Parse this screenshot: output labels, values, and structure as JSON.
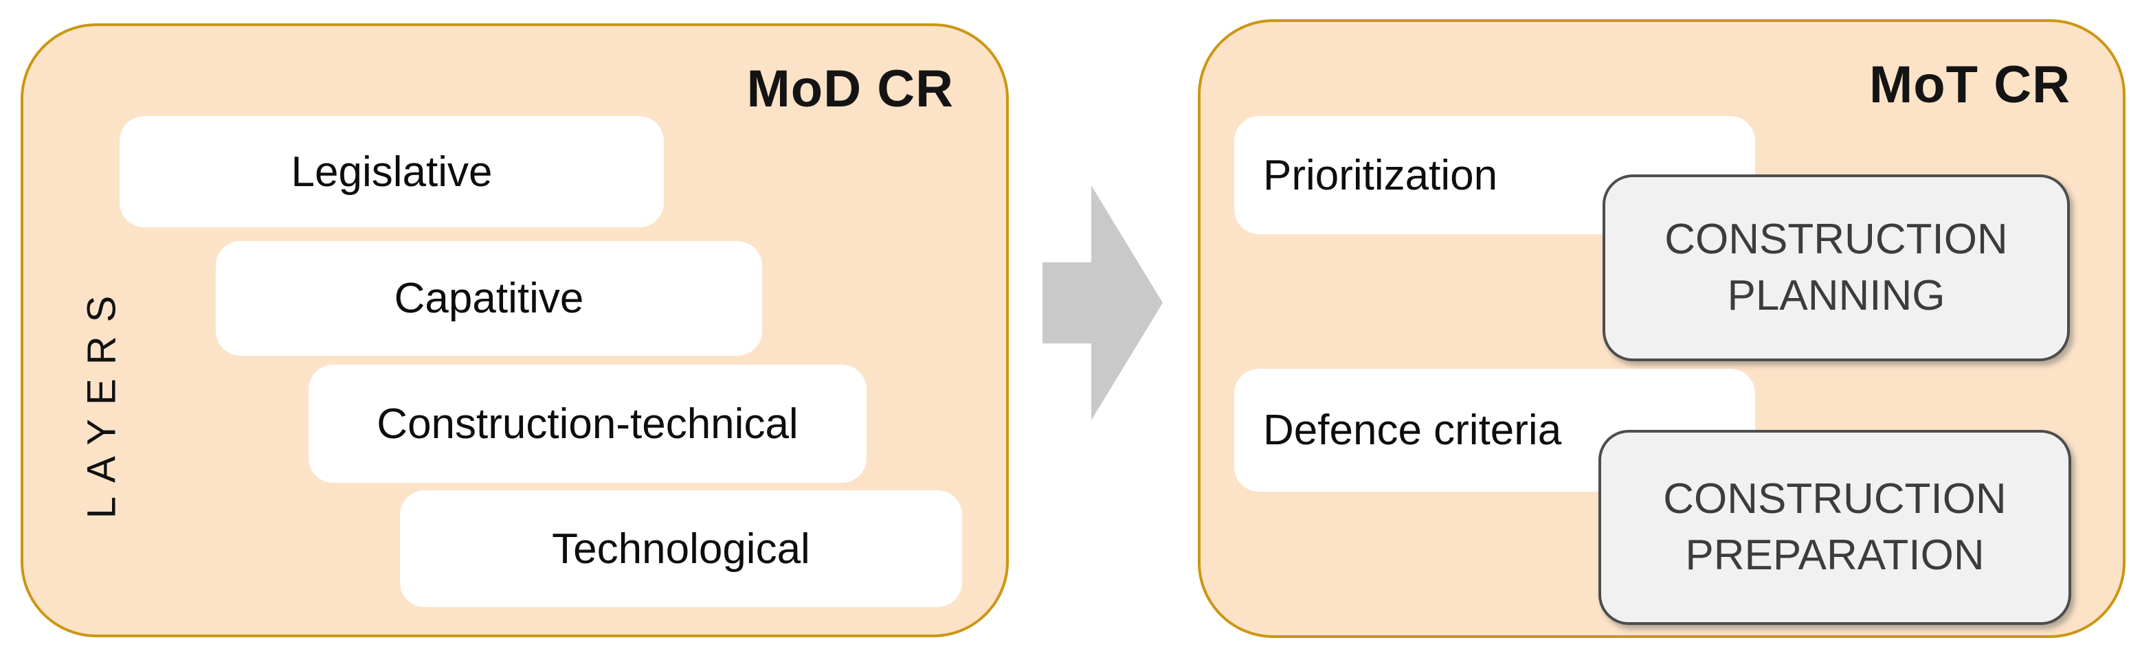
{
  "panels": {
    "mod": {
      "title": "MoD CR",
      "axis_label": "LAYERS",
      "layers": [
        {
          "label": "Legislative"
        },
        {
          "label": "Capatitive"
        },
        {
          "label": "Construction-technical"
        },
        {
          "label": "Technological"
        }
      ]
    },
    "mot": {
      "title": "MoT CR",
      "criteria_boxes": [
        {
          "label": "Prioritization"
        },
        {
          "label": "Defence criteria"
        }
      ],
      "process_boxes": [
        {
          "label": "CONSTRUCTION PLANNING",
          "lines": [
            "CONSTRUCTION",
            "PLANNING"
          ]
        },
        {
          "label": "CONSTRUCTION PREPARATION",
          "lines": [
            "CONSTRUCTION",
            "PREPARATION"
          ]
        }
      ]
    }
  },
  "arrow": {
    "direction": "right"
  },
  "colors": {
    "panel_fill": "#FCE3C8",
    "panel_border": "#CB9712",
    "layer_box_fill": "#FFFFFF",
    "process_box_fill": "#F1F1F1",
    "process_box_border": "#4D4D4D",
    "process_box_text": "#3C3C3C",
    "arrow_fill": "#C9C9C9",
    "text": "#141414",
    "background": "#FFFFFF"
  }
}
